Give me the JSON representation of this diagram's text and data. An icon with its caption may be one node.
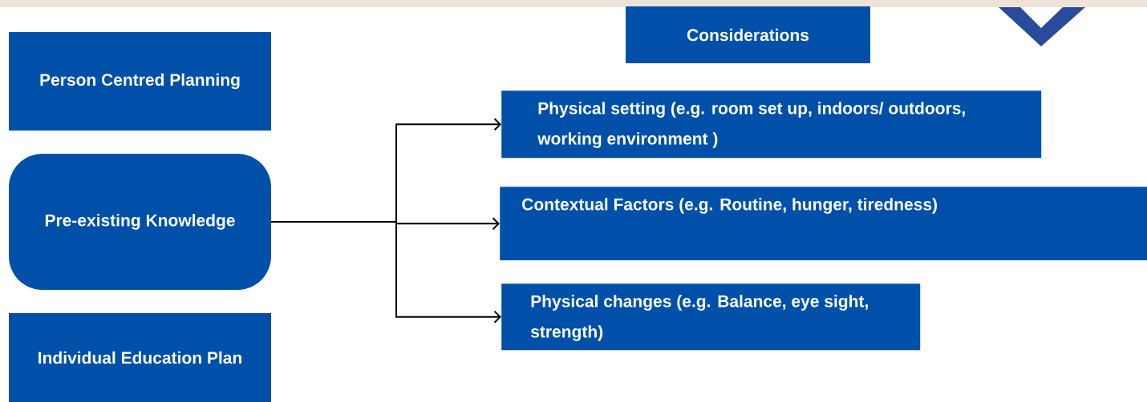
{
  "diagram": {
    "nodes": [
      {
        "text": [
          "Person Centred Planning"
        ]
      },
      {
        "text": [
          "Pre-existing Knowledge"
        ]
      },
      {
        "text": [
          "Individual Education Plan"
        ]
      },
      {
        "text": [
          "Considerations"
        ]
      },
      {
        "text": [
          "Physical setting  (e.g. room set up, indoors/ outdoors, working environment )"
        ]
      },
      {
        "text": [
          "Contextual Factors  (e.g. Routine, hunger, tiredness)"
        ]
      },
      {
        "text": [
          "Physical changes  (e.g. Balance, eye sight, strength)"
        ]
      }
    ],
    "edges": [
      {
        "from": 1,
        "to": 4,
        "arrow": "to"
      },
      {
        "from": 1,
        "to": 5,
        "arrow": "to"
      },
      {
        "from": 1,
        "to": 6,
        "arrow": "to"
      }
    ]
  }
}
